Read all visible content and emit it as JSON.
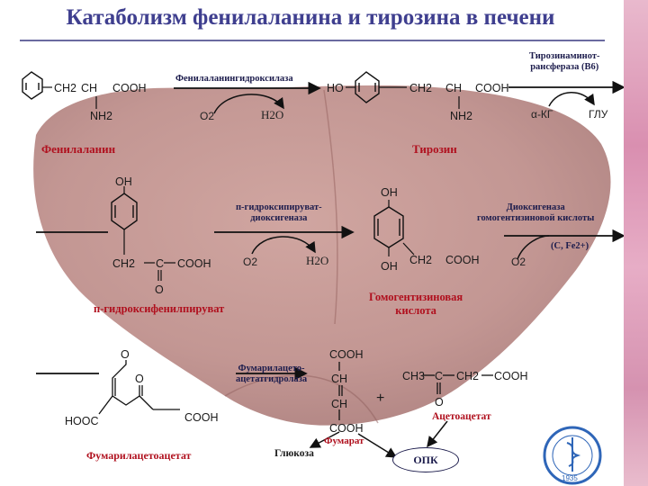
{
  "title": "Катаболизм фенилаланина и тирозина в печени",
  "labels": {
    "phenylalanine": "Фенилаланин",
    "tyrosine": "Тирозин",
    "hppyruvate": "п-гидроксифенилпируват",
    "homogentisic_1": "Гомогентизиновая",
    "homogentisic_2": "кислота",
    "fumarylacetoacetate": "Фумарилацетоацетат",
    "acetoacetate": "Ацетоацетат",
    "fumarate": "Фумарат",
    "glucose": "Глюкоза",
    "opk": "ОПК"
  },
  "enzymes": {
    "pah": "Фенилаланингидроксилаза",
    "tat_1": "Тирозинаминот-",
    "tat_2": "рансфераза (В6)",
    "hppd_1": "п-гидроксипируват-",
    "hppd_2": "диоксигеназа",
    "hgd_1": "Диоксигеназа",
    "hgd_2": "гомогентизиновой кислоты",
    "faah_1": "Фумарилацето-",
    "faah_2": "ацетатгидролаза"
  },
  "cofactors": {
    "o2_a": "O2",
    "h2o_a": "H2O",
    "akg": "α-КГ",
    "glu": "ГЛУ",
    "o2_b": "O2",
    "h2o_b": "H2O",
    "hgd_cof": "(C, Fe2+)",
    "o2_c": "O2"
  },
  "chem": {
    "ch2": "CH2",
    "ch": "CH",
    "cooh": "COOH",
    "nh2": "NH2",
    "ho": "HO",
    "oh": "OH",
    "c": "C",
    "o": "O",
    "hooc": "HOOC",
    "ch3": "CH3",
    "plus": "+"
  },
  "logo": {
    "year": "1935"
  }
}
